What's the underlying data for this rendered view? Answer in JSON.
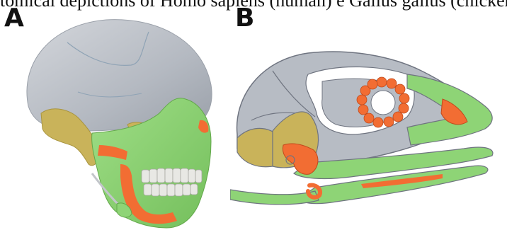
{
  "caption_fragment": "tomical depictions of Homo sapiens (human) e Gallus gallus (chicken)",
  "panels": [
    {
      "label": "A"
    },
    {
      "label": "B"
    }
  ],
  "colors": {
    "bone_gray": "#b7bcc4",
    "bone_gray_dark": "#8f96a0",
    "mandible_green": "#8ed476",
    "highlight_orange": "#f26d33",
    "yellow_bone": "#c9b35a",
    "teeth_white": "#e8e8e4",
    "outline": "#6f7480"
  }
}
